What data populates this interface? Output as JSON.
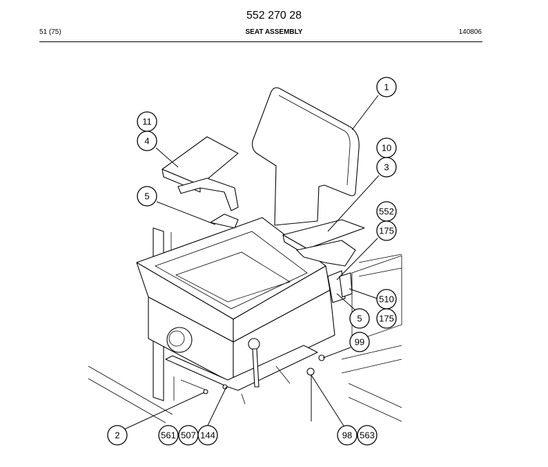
{
  "header": {
    "doc_number": "552 270 28",
    "page_ref": "51 (75)",
    "title": "SEAT ASSEMBLY",
    "date_code": "140806"
  },
  "callouts": {
    "c1": "1",
    "c11": "11",
    "c4": "4",
    "c10": "10",
    "c3": "3",
    "c5a": "5",
    "c552": "552",
    "c175a": "175",
    "c510": "510",
    "c5b": "5",
    "c175b": "175",
    "c99": "99",
    "c2": "2",
    "c561": "561",
    "c507": "507",
    "c144": "144",
    "c98": "98",
    "c563": "563"
  }
}
